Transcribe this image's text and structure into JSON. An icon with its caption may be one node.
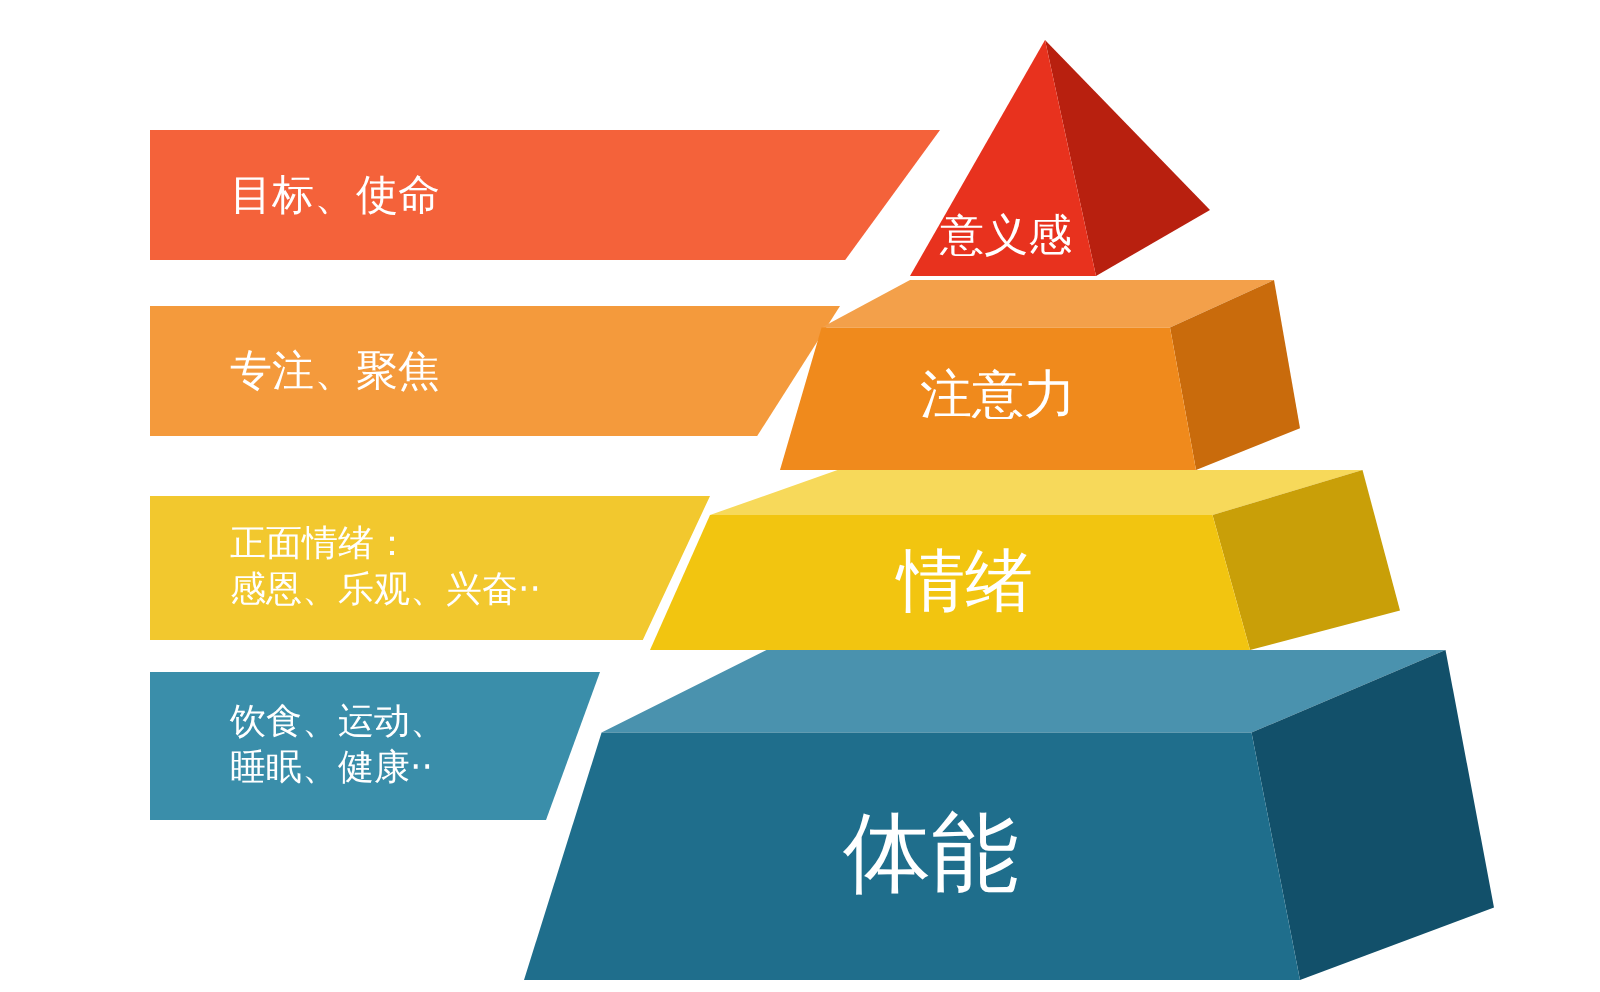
{
  "diagram": {
    "nodes": [
      {
        "text": [
          "目标、使命"
        ]
      },
      {
        "text": [
          "意义感"
        ]
      },
      {
        "text": [
          "专注、聚焦"
        ]
      },
      {
        "text": [
          "注意力"
        ]
      },
      {
        "text": [
          "正面情绪：",
          "感恩、乐观、兴奋··"
        ]
      },
      {
        "text": [
          "情绪"
        ]
      },
      {
        "text": [
          "饮食、运动、",
          "睡眠、健康··"
        ]
      },
      {
        "text": [
          "体能"
        ]
      }
    ]
  }
}
